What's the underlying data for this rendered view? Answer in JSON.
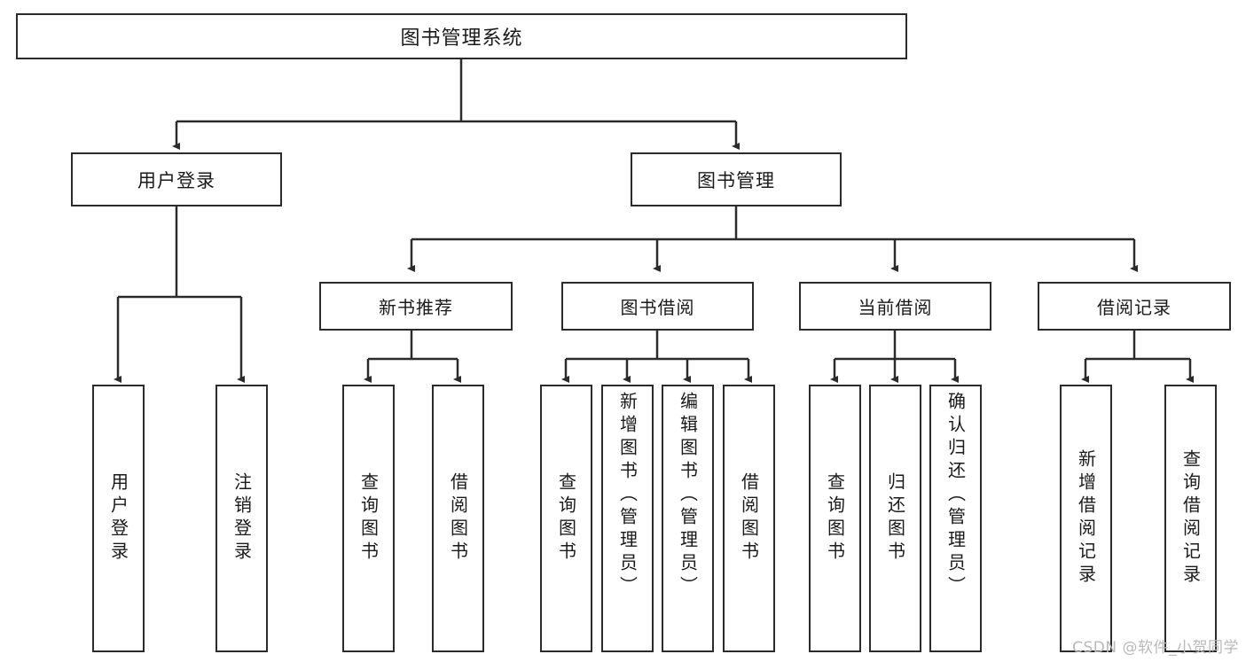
{
  "diagram": {
    "title": "图书管理系统",
    "type": "tree-hierarchy",
    "watermark": "CSDN @软件_小贺同学",
    "root": {
      "label": "图书管理系统"
    },
    "level1": [
      {
        "label": "用户登录"
      },
      {
        "label": "图书管理"
      }
    ],
    "level2": [
      {
        "label": "新书推荐",
        "parent": "图书管理"
      },
      {
        "label": "图书借阅",
        "parent": "图书管理"
      },
      {
        "label": "当前借阅",
        "parent": "图书管理"
      },
      {
        "label": "借阅记录",
        "parent": "图书管理"
      }
    ],
    "leaves": {
      "user_login": [
        {
          "label": "用户登录"
        },
        {
          "label": "注销登录"
        }
      ],
      "new_book_recommend": [
        {
          "label": "查询图书"
        },
        {
          "label": "借阅图书"
        }
      ],
      "book_borrow": [
        {
          "label": "查询图书"
        },
        {
          "label": "新增图书（管理员）"
        },
        {
          "label": "编辑图书（管理员）"
        },
        {
          "label": "借阅图书"
        }
      ],
      "current_borrow": [
        {
          "label": "查询图书"
        },
        {
          "label": "归还图书"
        },
        {
          "label": "确认归还（管理员）"
        }
      ],
      "borrow_records": [
        {
          "label": "新增借阅记录"
        },
        {
          "label": "查询借阅记录"
        }
      ]
    },
    "colors": {
      "stroke": "#2b2b2b",
      "fill": "#ffffff",
      "text": "#1a1a1a",
      "watermark": "#b9b9b9"
    }
  }
}
